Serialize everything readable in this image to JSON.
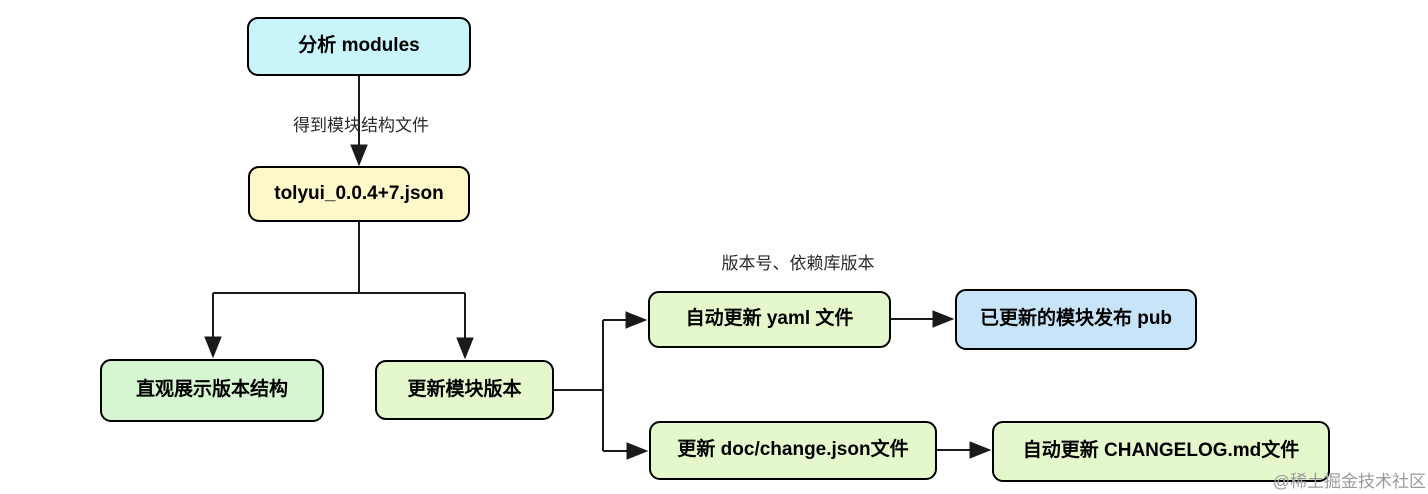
{
  "diagram": {
    "title_hint": "module version update flowchart",
    "colors": {
      "background": "#ffffff",
      "border": "#000000",
      "line": "#1a1a1a",
      "cyan_fill": "#c9f4f9",
      "yellow_fill": "#fcf8c9",
      "mint_fill": "#d5f6d0",
      "yellowgreen_fill": "#e4f8cc",
      "blue_fill": "#c8e4f8",
      "watermark_gray": "#9b9b9b"
    },
    "nodes": {
      "analyze_modules": {
        "label": "分析 modules",
        "fill": "#c9f4f9"
      },
      "json_file": {
        "label": "tolyui_0.0.4+7.json",
        "fill": "#fcf8c9"
      },
      "show_structure": {
        "label": "直观展示版本结构",
        "fill": "#d5f6d0"
      },
      "update_version": {
        "label": "更新模块版本",
        "fill": "#e4f8cc"
      },
      "update_yaml": {
        "label": "自动更新 yaml 文件",
        "fill": "#e4f8cc"
      },
      "publish_pub": {
        "label": "已更新的模块发布 pub",
        "fill": "#c8e4f8"
      },
      "update_changejson": {
        "label": "更新 doc/change.json文件",
        "fill": "#e4f8cc"
      },
      "update_changelog": {
        "label": "自动更新 CHANGELOG.md文件",
        "fill": "#e4f8cc"
      }
    },
    "edge_labels": {
      "get_structure_file": {
        "text": "得到模块结构文件"
      },
      "version_and_deps": {
        "text": "版本号、依赖库版本"
      }
    },
    "watermark": "@稀土掘金技术社区"
  }
}
